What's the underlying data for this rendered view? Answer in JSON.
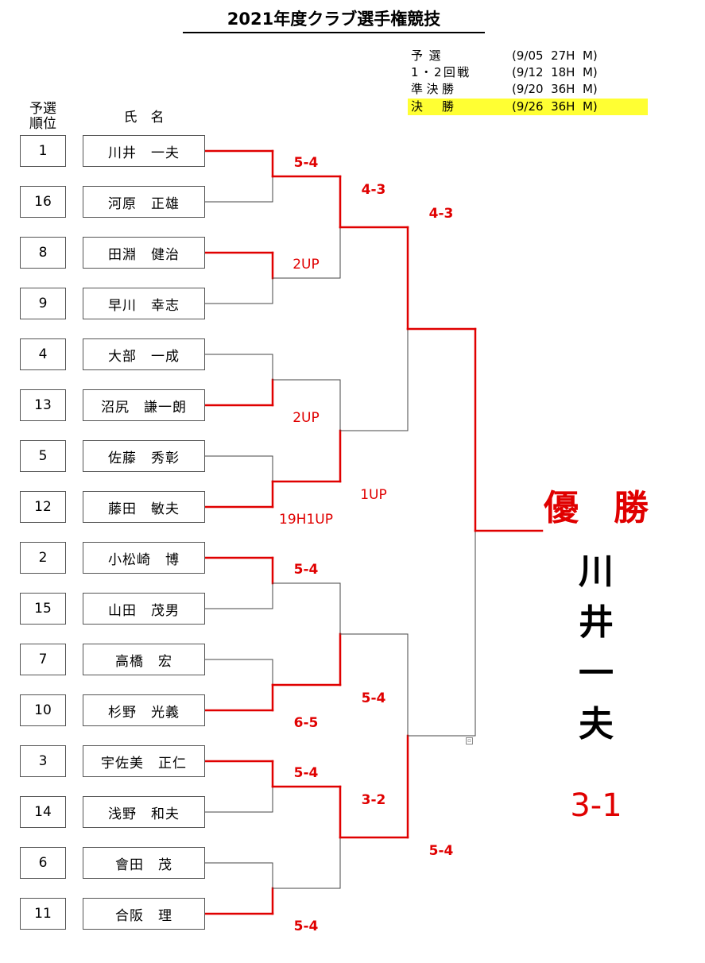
{
  "title": "2021年度クラブ選手権競技",
  "schedule": [
    {
      "label": "予選",
      "date": "(9/05  27H  M)"
    },
    {
      "label": "1・2回戦",
      "date": "(9/12  18H  M)"
    },
    {
      "label": "準決勝",
      "date": "(9/20  36H  M)"
    },
    {
      "label": "決勝",
      "date": "(9/26  36H  M)"
    }
  ],
  "headers": {
    "seed": "予選\n順位",
    "name": "氏　名"
  },
  "players": [
    {
      "seed": "1",
      "name": "川井　一夫"
    },
    {
      "seed": "16",
      "name": "河原　正雄"
    },
    {
      "seed": "8",
      "name": "田淵　健治"
    },
    {
      "seed": "9",
      "name": "早川　幸志"
    },
    {
      "seed": "4",
      "name": "大部　一成"
    },
    {
      "seed": "13",
      "name": "沼尻　謙一朗"
    },
    {
      "seed": "5",
      "name": "佐藤　秀彰"
    },
    {
      "seed": "12",
      "name": "藤田　敏夫"
    },
    {
      "seed": "2",
      "name": "小松崎　博"
    },
    {
      "seed": "15",
      "name": "山田　茂男"
    },
    {
      "seed": "7",
      "name": "高橋　宏"
    },
    {
      "seed": "10",
      "name": "杉野　光義"
    },
    {
      "seed": "3",
      "name": "宇佐美　正仁"
    },
    {
      "seed": "14",
      "name": "浅野　和夫"
    },
    {
      "seed": "6",
      "name": "會田　茂"
    },
    {
      "seed": "11",
      "name": "合阪　理"
    }
  ],
  "results": {
    "round1": [
      "5-4",
      "2UP",
      "2UP",
      "19H1UP",
      "5-4",
      "6-5",
      "5-4",
      "5-4"
    ],
    "round2": [
      "4-3",
      "1UP",
      "5-4",
      "3-2"
    ],
    "semifinal": [
      "4-3",
      "5-4"
    ]
  },
  "champion": {
    "title": "優　勝",
    "name": "川\n井\n一\n夫",
    "score": "3-1"
  },
  "colors": {
    "winner_line": "#e00000",
    "loser_line": "#444444",
    "highlight": "#ffff33"
  }
}
